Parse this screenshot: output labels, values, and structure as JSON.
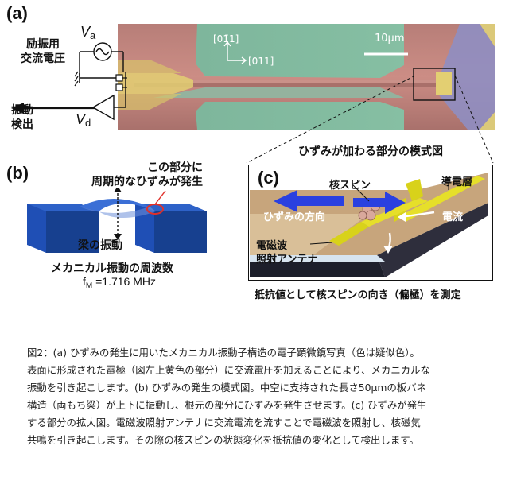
{
  "figure": {
    "panel_a": {
      "label": "(a)",
      "drive_label_line1": "励振用",
      "drive_label_line2": "交流電圧",
      "va": "V",
      "va_sub": "a",
      "detect_label_line1": "振動",
      "detect_label_line2": "検出",
      "vd": "V",
      "vd_sub": "d",
      "dir_y": "[01̄1]",
      "dir_x": "[011]",
      "scalebar": "10μm"
    },
    "panel_b": {
      "label": "(b)",
      "note_line1": "この部分に",
      "note_line2": "周期的なひずみが発生",
      "beam_label": "梁の振動",
      "freq_title": "メカニカル振動の周波数",
      "freq_symbol": "f",
      "freq_sub": "M",
      "freq_value": "=1.716 MHz"
    },
    "panel_c": {
      "label": "(c)",
      "title": "ひずみが加わる部分の模式図",
      "nuclear_spin": "核スピン",
      "conductive_layer": "導電層",
      "strain_dir": "ひずみの方向",
      "current": "電流",
      "antenna_line1": "電磁波",
      "antenna_line2": "照射アンテナ",
      "bottom_caption": "抵抗値として核スピンの向き（偏極）を測定"
    }
  },
  "caption": {
    "lines": [
      "図2：(a) ひずみの発生に用いたメカニカル振動子構造の電子顕微鏡写真（色は疑似色）。",
      "表面に形成された電極（図左上黄色の部分）に交流電圧を加えることにより、メカニカルな",
      "振動を引き起こします。(b) ひずみの発生の模式図。中空に支持された長さ50μmの板バネ",
      "構造（両もち梁）が上下に振動し、根元の部分にひずみを発生させます。(c) ひずみが発生",
      "する部分の拡大図。電磁波照射アンテナに交流電流を流すことで電磁波を照射し、核磁気",
      "共鳴を引き起こします。その際の核スピンの状態変化を抵抗値の変化として検出します。"
    ]
  },
  "colors": {
    "sem_pink": "#c98880",
    "sem_green": "#7fb89c",
    "sem_yellow": "#e3cf72",
    "beam_blue": "#1f4fb5",
    "gold": "#d8d21a",
    "arrow_blue": "#2a40e0",
    "ellipse_red": "#e0302a"
  },
  "icons": [
    "ac-source-icon",
    "ground-icon",
    "amplifier-icon",
    "zoom-box"
  ]
}
